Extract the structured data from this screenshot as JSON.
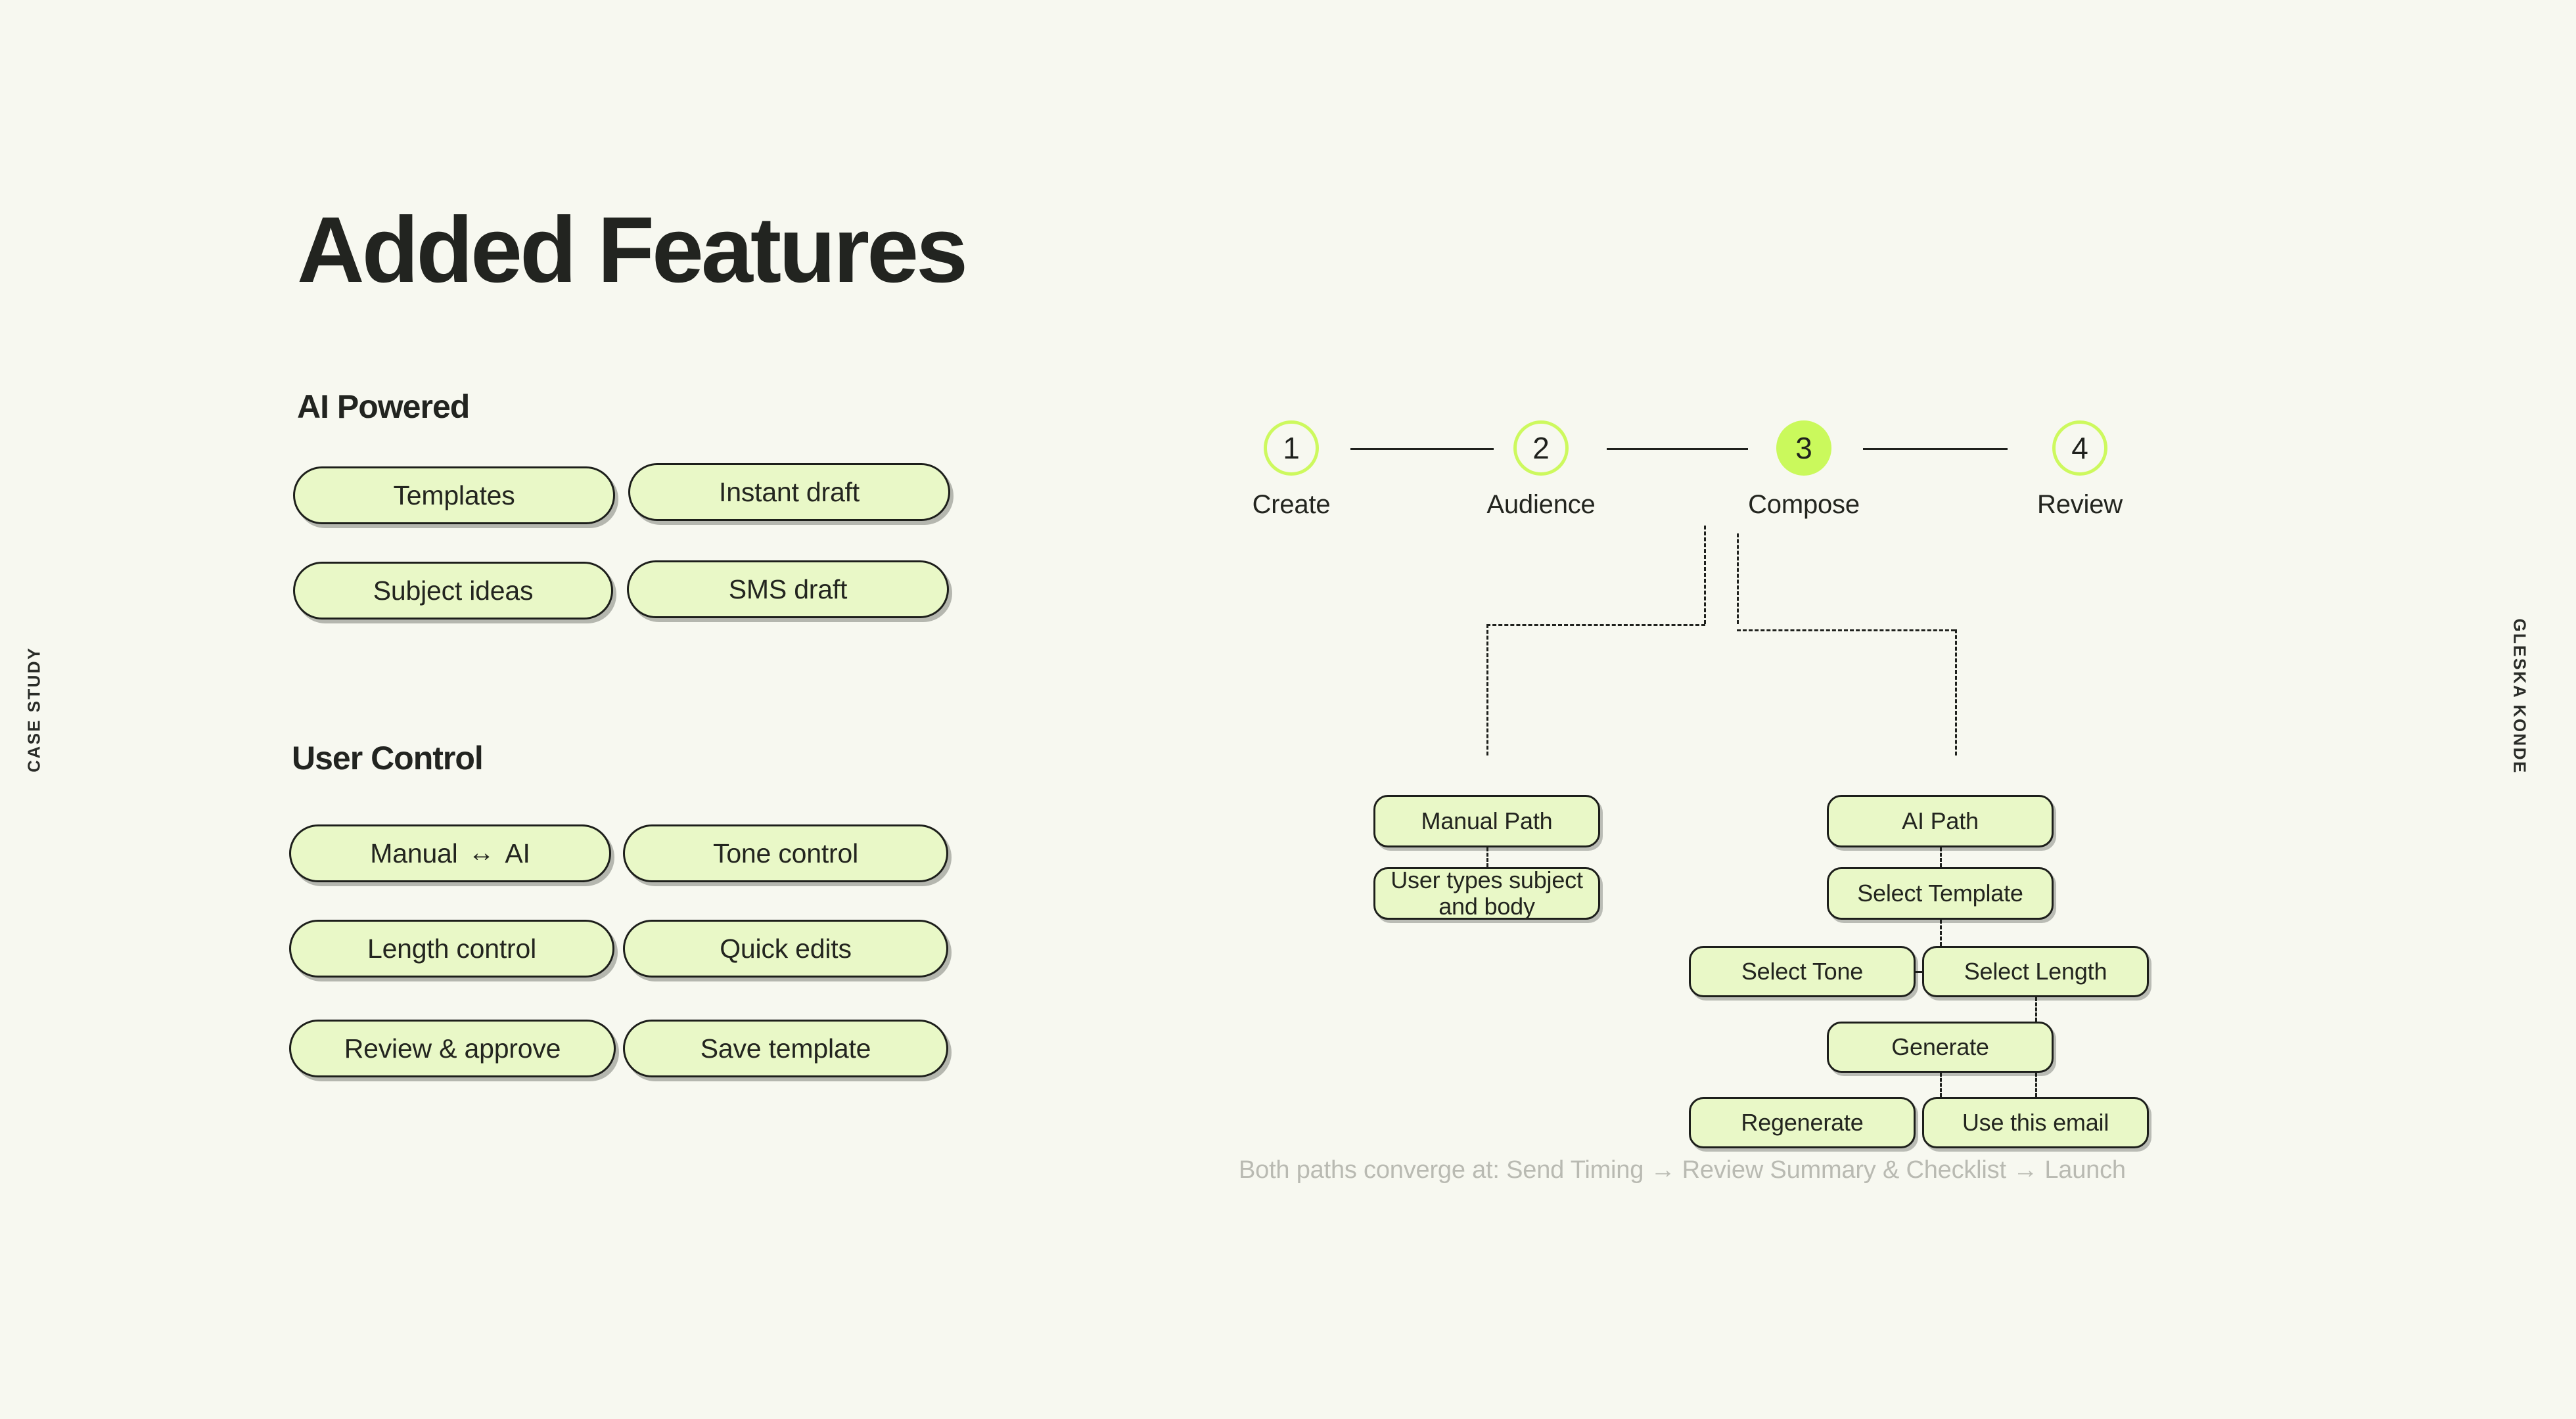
{
  "side_labels": {
    "left": "CASE STUDY",
    "right": "GLESKA KONDE"
  },
  "page_title": "Added Features",
  "sections": {
    "ai_powered": {
      "heading": "AI Powered",
      "pills": [
        "Templates",
        "Instant draft",
        "Subject ideas",
        "SMS draft"
      ]
    },
    "user_control": {
      "heading": "User Control",
      "pills": [
        {
          "prefix": "Manual",
          "icon": "↔",
          "suffix": "AI"
        },
        "Tone control",
        "Length control",
        "Quick edits",
        "Review & approve",
        "Save template"
      ]
    }
  },
  "stepper": {
    "steps": [
      {
        "number": "1",
        "label": "Create",
        "active": false
      },
      {
        "number": "2",
        "label": "Audience",
        "active": false
      },
      {
        "number": "3",
        "label": "Compose",
        "active": true
      },
      {
        "number": "4",
        "label": "Review",
        "active": false
      }
    ]
  },
  "flow": {
    "nodes": {
      "manual_path": "Manual Path",
      "user_types": "User types subject and body",
      "ai_path": "AI Path",
      "select_template": "Select Template",
      "select_tone": "Select Tone",
      "select_length": "Select Length",
      "generate": "Generate",
      "regenerate": "Regenerate",
      "use_this_email": "Use this email"
    },
    "note": "Both paths converge at: Send Timing → Review Summary & Checklist → Launch"
  },
  "colors": {
    "background": "#f7f8f0",
    "pill_fill": "#e9f8c7",
    "accent_lime": "#caf95c",
    "ink": "#1f211d",
    "muted": "#b9bab2"
  }
}
